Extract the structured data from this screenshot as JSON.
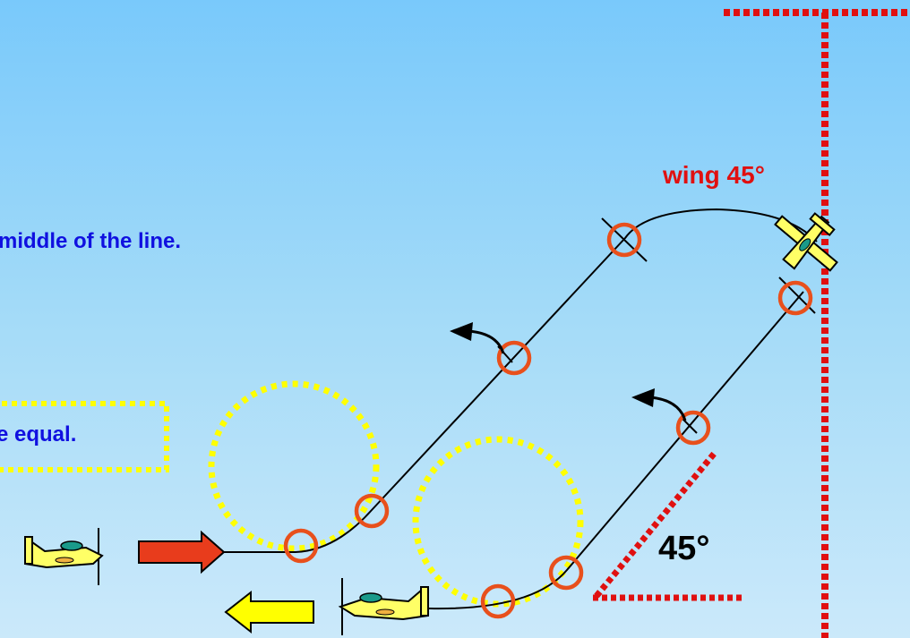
{
  "labels": {
    "note_middle": "middle of the line.",
    "note_equal": "e equal.",
    "wing_angle": "wing 45°",
    "climb_angle": "45°"
  },
  "colors": {
    "background_top": "#79c9fb",
    "background_bottom": "#cbe9fa",
    "reference_line": "#e01010",
    "checkpoint": "#e8501c",
    "radius_guide": "#ffff00",
    "note_text": "#1010e0",
    "entry_arrow": "#e83c1c",
    "exit_arrow": "#ffff00"
  },
  "icons": [
    "airplane-icon",
    "curved-arrow-icon",
    "direction-arrow-icon"
  ]
}
